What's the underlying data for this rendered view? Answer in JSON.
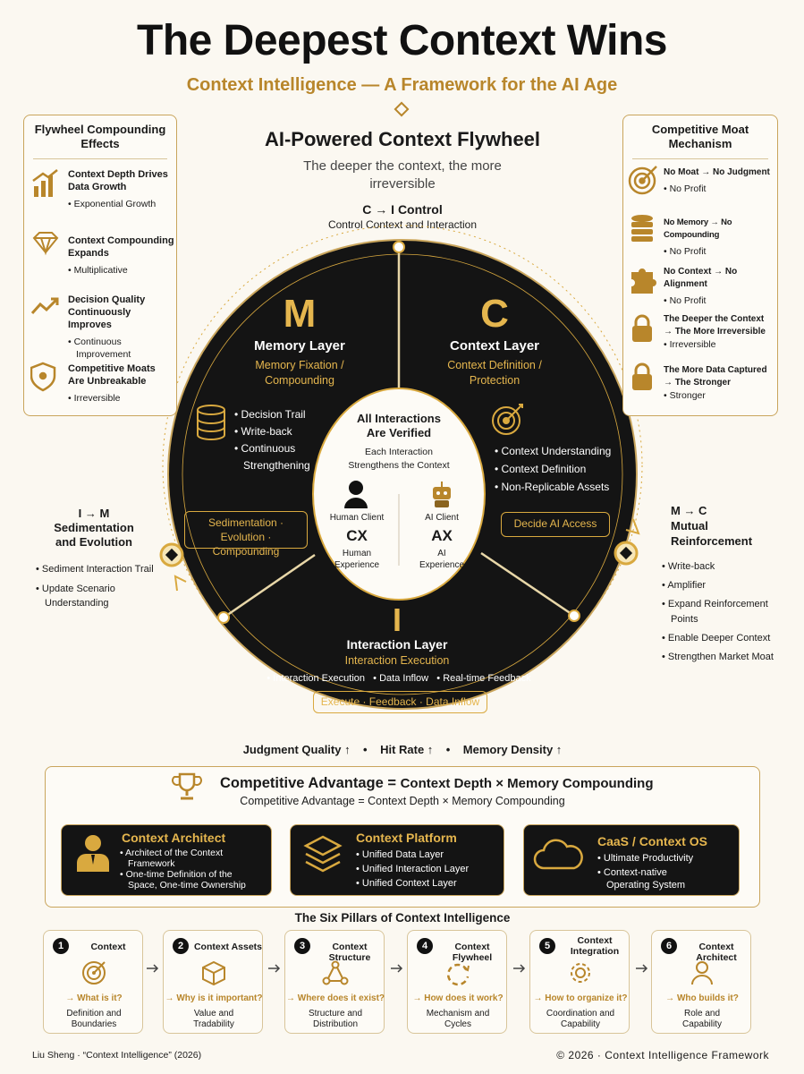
{
  "header": {
    "title": "The Deepest Context Wins",
    "subtitle": "Context Intelligence — A Framework for the AI Age"
  },
  "flywheel": {
    "title": "AI-Powered Context Flywheel",
    "tagline_1": "The deeper the context, the more",
    "tagline_2": "irreversible",
    "top_label": "C → I Control",
    "top_sub": "Control Context and Interaction",
    "left_label_1": "I → M",
    "left_label_2": "Sedimentation",
    "left_label_3": "and Evolution",
    "left_items": [
      "Sediment Interaction Trail",
      "Update Scenario",
      "Understanding"
    ],
    "right_label_1": "M → C",
    "right_label_2": "Mutual",
    "right_label_3": "Reinforcement",
    "right_items": [
      "Write-back",
      "Amplifier",
      "Expand Reinforcement",
      "Points",
      "Enable Deeper Context",
      "Strengthen Market Moat"
    ],
    "memory": {
      "letter": "M",
      "title": "Memory Layer",
      "sub_1": "Memory Fixation /",
      "sub_2": "Compounding",
      "items": [
        "Decision Trail",
        "Write-back",
        "Continuous",
        "Strengthening"
      ],
      "pill_1": "Sedimentation · Evolution ·",
      "pill_2": "Compounding"
    },
    "context": {
      "letter": "C",
      "title": "Context Layer",
      "sub_1": "Context Definition /",
      "sub_2": "Protection",
      "items": [
        "Context Understanding",
        "Context Definition",
        "Non-Replicable Assets"
      ],
      "pill": "Decide AI Access"
    },
    "interaction": {
      "letter": "I",
      "title": "Interaction Layer",
      "sub": "Interaction Execution",
      "items": [
        "Interaction Execution",
        "Data Inflow",
        "Real-time Feedback"
      ],
      "pill": "Execute · Feedback · Data Inflow"
    },
    "hub": {
      "title_1": "All Interactions",
      "title_2": "Are Verified",
      "sub_1": "Each Interaction",
      "sub_2": "Strengthens the Context",
      "human_label": "Human Client",
      "human_code": "CX",
      "human_sub_1": "Human",
      "human_sub_2": "Experience",
      "ai_label": "AI Client",
      "ai_code": "AX",
      "ai_sub_1": "AI",
      "ai_sub_2": "Experience"
    }
  },
  "left_panel": {
    "title_1": "Flywheel Compounding",
    "title_2": "Effects",
    "items": [
      {
        "icon": "growth-chart-icon",
        "t1": "Context Depth Drives",
        "t2": "Data Growth",
        "s1": "• Exponential Growth",
        "s2": ""
      },
      {
        "icon": "diamond-icon",
        "t1": "Context Compounding",
        "t2": "Expands",
        "s1": "• Multiplicative",
        "s2": ""
      },
      {
        "icon": "trend-up-icon",
        "t1": "Decision Quality",
        "t2": "Continuously Improves",
        "s1": "• Continuous",
        "s2": "Improvement"
      },
      {
        "icon": "shield-icon",
        "t1": "Competitive Moats",
        "t2": "Are Unbreakable",
        "s1": "• Irreversible",
        "s2": ""
      }
    ]
  },
  "right_panel": {
    "title_1": "Competitive Moat",
    "title_2": "Mechanism",
    "items": [
      {
        "icon": "target-icon",
        "t1": "No Moat → No Judgment",
        "t2": "",
        "s": "• No Profit"
      },
      {
        "icon": "database-icon",
        "t1": "No Memory → No Compounding",
        "t2": "",
        "s": "• No Profit"
      },
      {
        "icon": "puzzle-icon",
        "t1": "No Context → No Alignment",
        "t2": "",
        "s": "• No Profit"
      },
      {
        "icon": "lock-icon",
        "t1": "The Deeper the Context",
        "t2": "→ The More Irreversible",
        "s": "• Irreversible"
      },
      {
        "icon": "lock-icon",
        "t1": "The More Data Captured",
        "t2": "→ The Stronger",
        "s": "• Stronger"
      }
    ]
  },
  "metrics": {
    "m1": "Judgment Quality ↑",
    "m2": "Hit Rate ↑",
    "m3": "Memory Density ↑",
    "sep": "•"
  },
  "advantage": {
    "label": "Competitive Advantage =",
    "formula": "Context Depth × Memory Compounding",
    "sub": "Competitive Advantage = Context Depth × Memory Compounding",
    "cards": [
      {
        "icon": "person-icon",
        "title": "Context Architect",
        "items": [
          "• Architect of the Context",
          "Framework",
          "• One-time Definition of the",
          "Space, One-time Ownership"
        ]
      },
      {
        "icon": "layers-icon",
        "title": "Context Platform",
        "items": [
          "• Unified Data Layer",
          "• Unified Interaction Layer",
          "• Unified Context Layer"
        ]
      },
      {
        "icon": "cloud-icon",
        "title": "CaaS / Context OS",
        "items": [
          "• Ultimate Productivity",
          "• Context-native",
          "Operating System"
        ]
      }
    ]
  },
  "pillars": {
    "title": "The Six Pillars of Context Intelligence",
    "items": [
      {
        "n": "1",
        "name": "Context",
        "name2": "",
        "icon": "target-icon",
        "q": "→ What is it?",
        "a1": "Definition and",
        "a2": "Boundaries"
      },
      {
        "n": "2",
        "name": "Context Assets",
        "name2": "",
        "icon": "cube-icon",
        "q": "→ Why is it important?",
        "a1": "Value and",
        "a2": "Tradability"
      },
      {
        "n": "3",
        "name": "Context Structure",
        "name2": "",
        "icon": "network-icon",
        "q": "→ Where does it exist?",
        "a1": "Structure and",
        "a2": "Distribution"
      },
      {
        "n": "4",
        "name": "Context Flywheel",
        "name2": "",
        "icon": "cycle-icon",
        "q": "→ How does it work?",
        "a1": "Mechanism and",
        "a2": "Cycles"
      },
      {
        "n": "5",
        "name": "Context",
        "name2": "Integration",
        "icon": "gear-icon",
        "q": "→ How to organize it?",
        "a1": "Coordination and",
        "a2": "Capability"
      },
      {
        "n": "6",
        "name": "Context Architect",
        "name2": "",
        "icon": "person-icon",
        "q": "→ Who builds it?",
        "a1": "Role and",
        "a2": "Capability"
      }
    ]
  },
  "footer": {
    "left": "Liu Sheng · “Context Intelligence” (2026)",
    "right": "© 2026 · Context Intelligence Framework"
  },
  "colors": {
    "gold": "#d9a93f",
    "dark": "#141414",
    "paper": "#fbf8f1"
  }
}
